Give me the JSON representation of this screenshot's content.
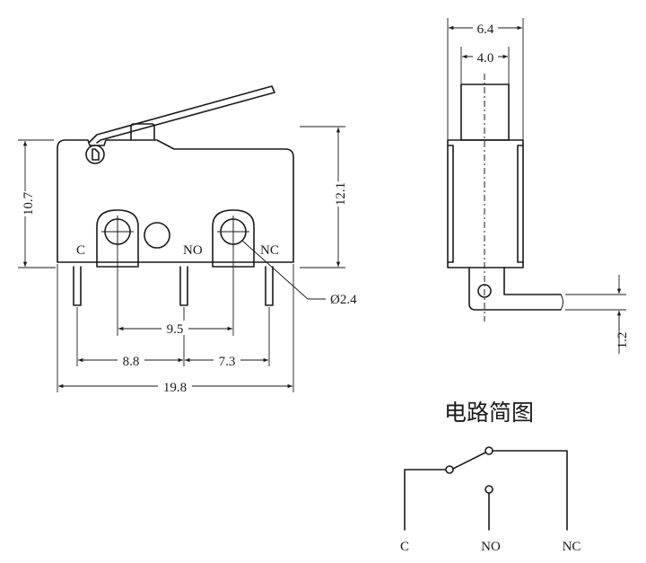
{
  "front_view": {
    "terminals": {
      "c": "C",
      "no": "NO",
      "nc": "NC"
    },
    "dimensions": {
      "overall_height": "10.7",
      "height_with_lever": "12.1",
      "hole_diameter": "Ø2.4",
      "hole_pitch": "9.5",
      "c_to_no": "8.8",
      "no_to_nc": "7.3",
      "overall_length": "19.8"
    }
  },
  "side_view": {
    "dimensions": {
      "overall_width": "6.4",
      "actuator_width": "4.0",
      "terminal_thickness": "1.2"
    }
  },
  "schematic": {
    "title": "电路简图",
    "labels": {
      "c": "C",
      "no": "NO",
      "nc": "NC"
    }
  }
}
